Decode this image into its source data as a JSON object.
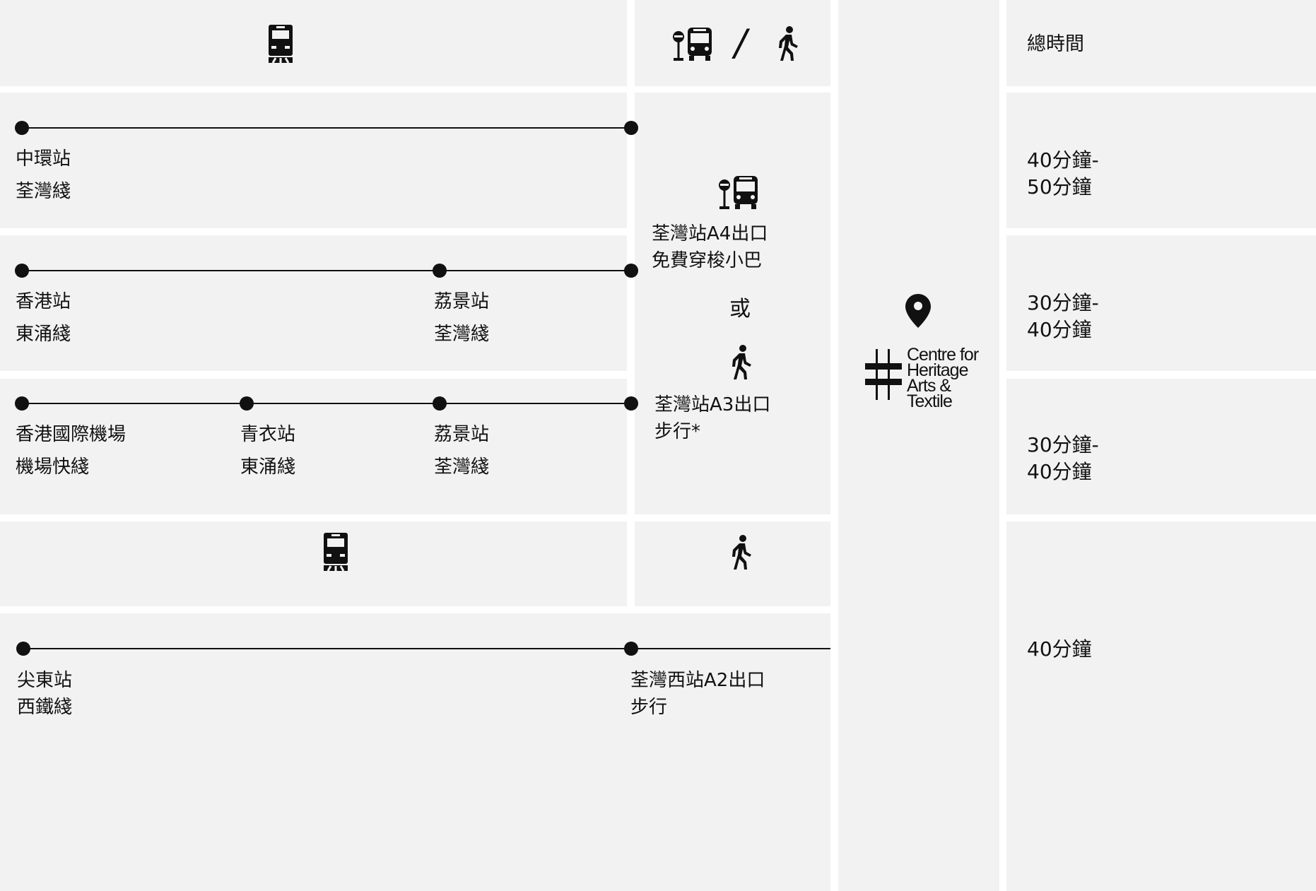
{
  "header": {
    "total_time_label": "總時間",
    "slash": "/"
  },
  "routes": [
    {
      "stops": [
        {
          "station": "中環站",
          "line": "荃灣綫"
        }
      ],
      "time": [
        "40分鐘-",
        "50分鐘"
      ]
    },
    {
      "stops": [
        {
          "station": "香港站",
          "line": "東涌綫"
        },
        {
          "station": "荔景站",
          "line": "荃灣綫"
        }
      ],
      "time": [
        "30分鐘-",
        "40分鐘"
      ]
    },
    {
      "stops": [
        {
          "station": "香港國際機場",
          "line": "機場快綫"
        },
        {
          "station": "青衣站",
          "line": "東涌綫"
        },
        {
          "station": "荔景站",
          "line": "荃灣綫"
        }
      ],
      "time": [
        "30分鐘-",
        "40分鐘"
      ]
    }
  ],
  "last_mile": {
    "bus": [
      "荃灣站A4出口",
      "免費穿梭小巴"
    ],
    "or": "或",
    "walk": [
      "荃灣站A3出口",
      "步行*"
    ]
  },
  "west_rail": {
    "origin": {
      "station": "尖東站",
      "line": "西鐵綫"
    },
    "exit": [
      "荃灣西站A2出口",
      "步行"
    ],
    "time": [
      "40分鐘"
    ]
  },
  "logo": {
    "lines": [
      "Centre for",
      "Heritage",
      "Arts &",
      "Textile"
    ]
  },
  "icons": {
    "train": "train-icon",
    "bus_stop": "bus-stop-icon",
    "walk": "walking-person-icon",
    "location": "location-pin-icon",
    "logo": "chat-logo-mark"
  },
  "colors": {
    "cell_background": "#f2f2f2",
    "ink": "#111111",
    "gutter": "#ffffff"
  }
}
